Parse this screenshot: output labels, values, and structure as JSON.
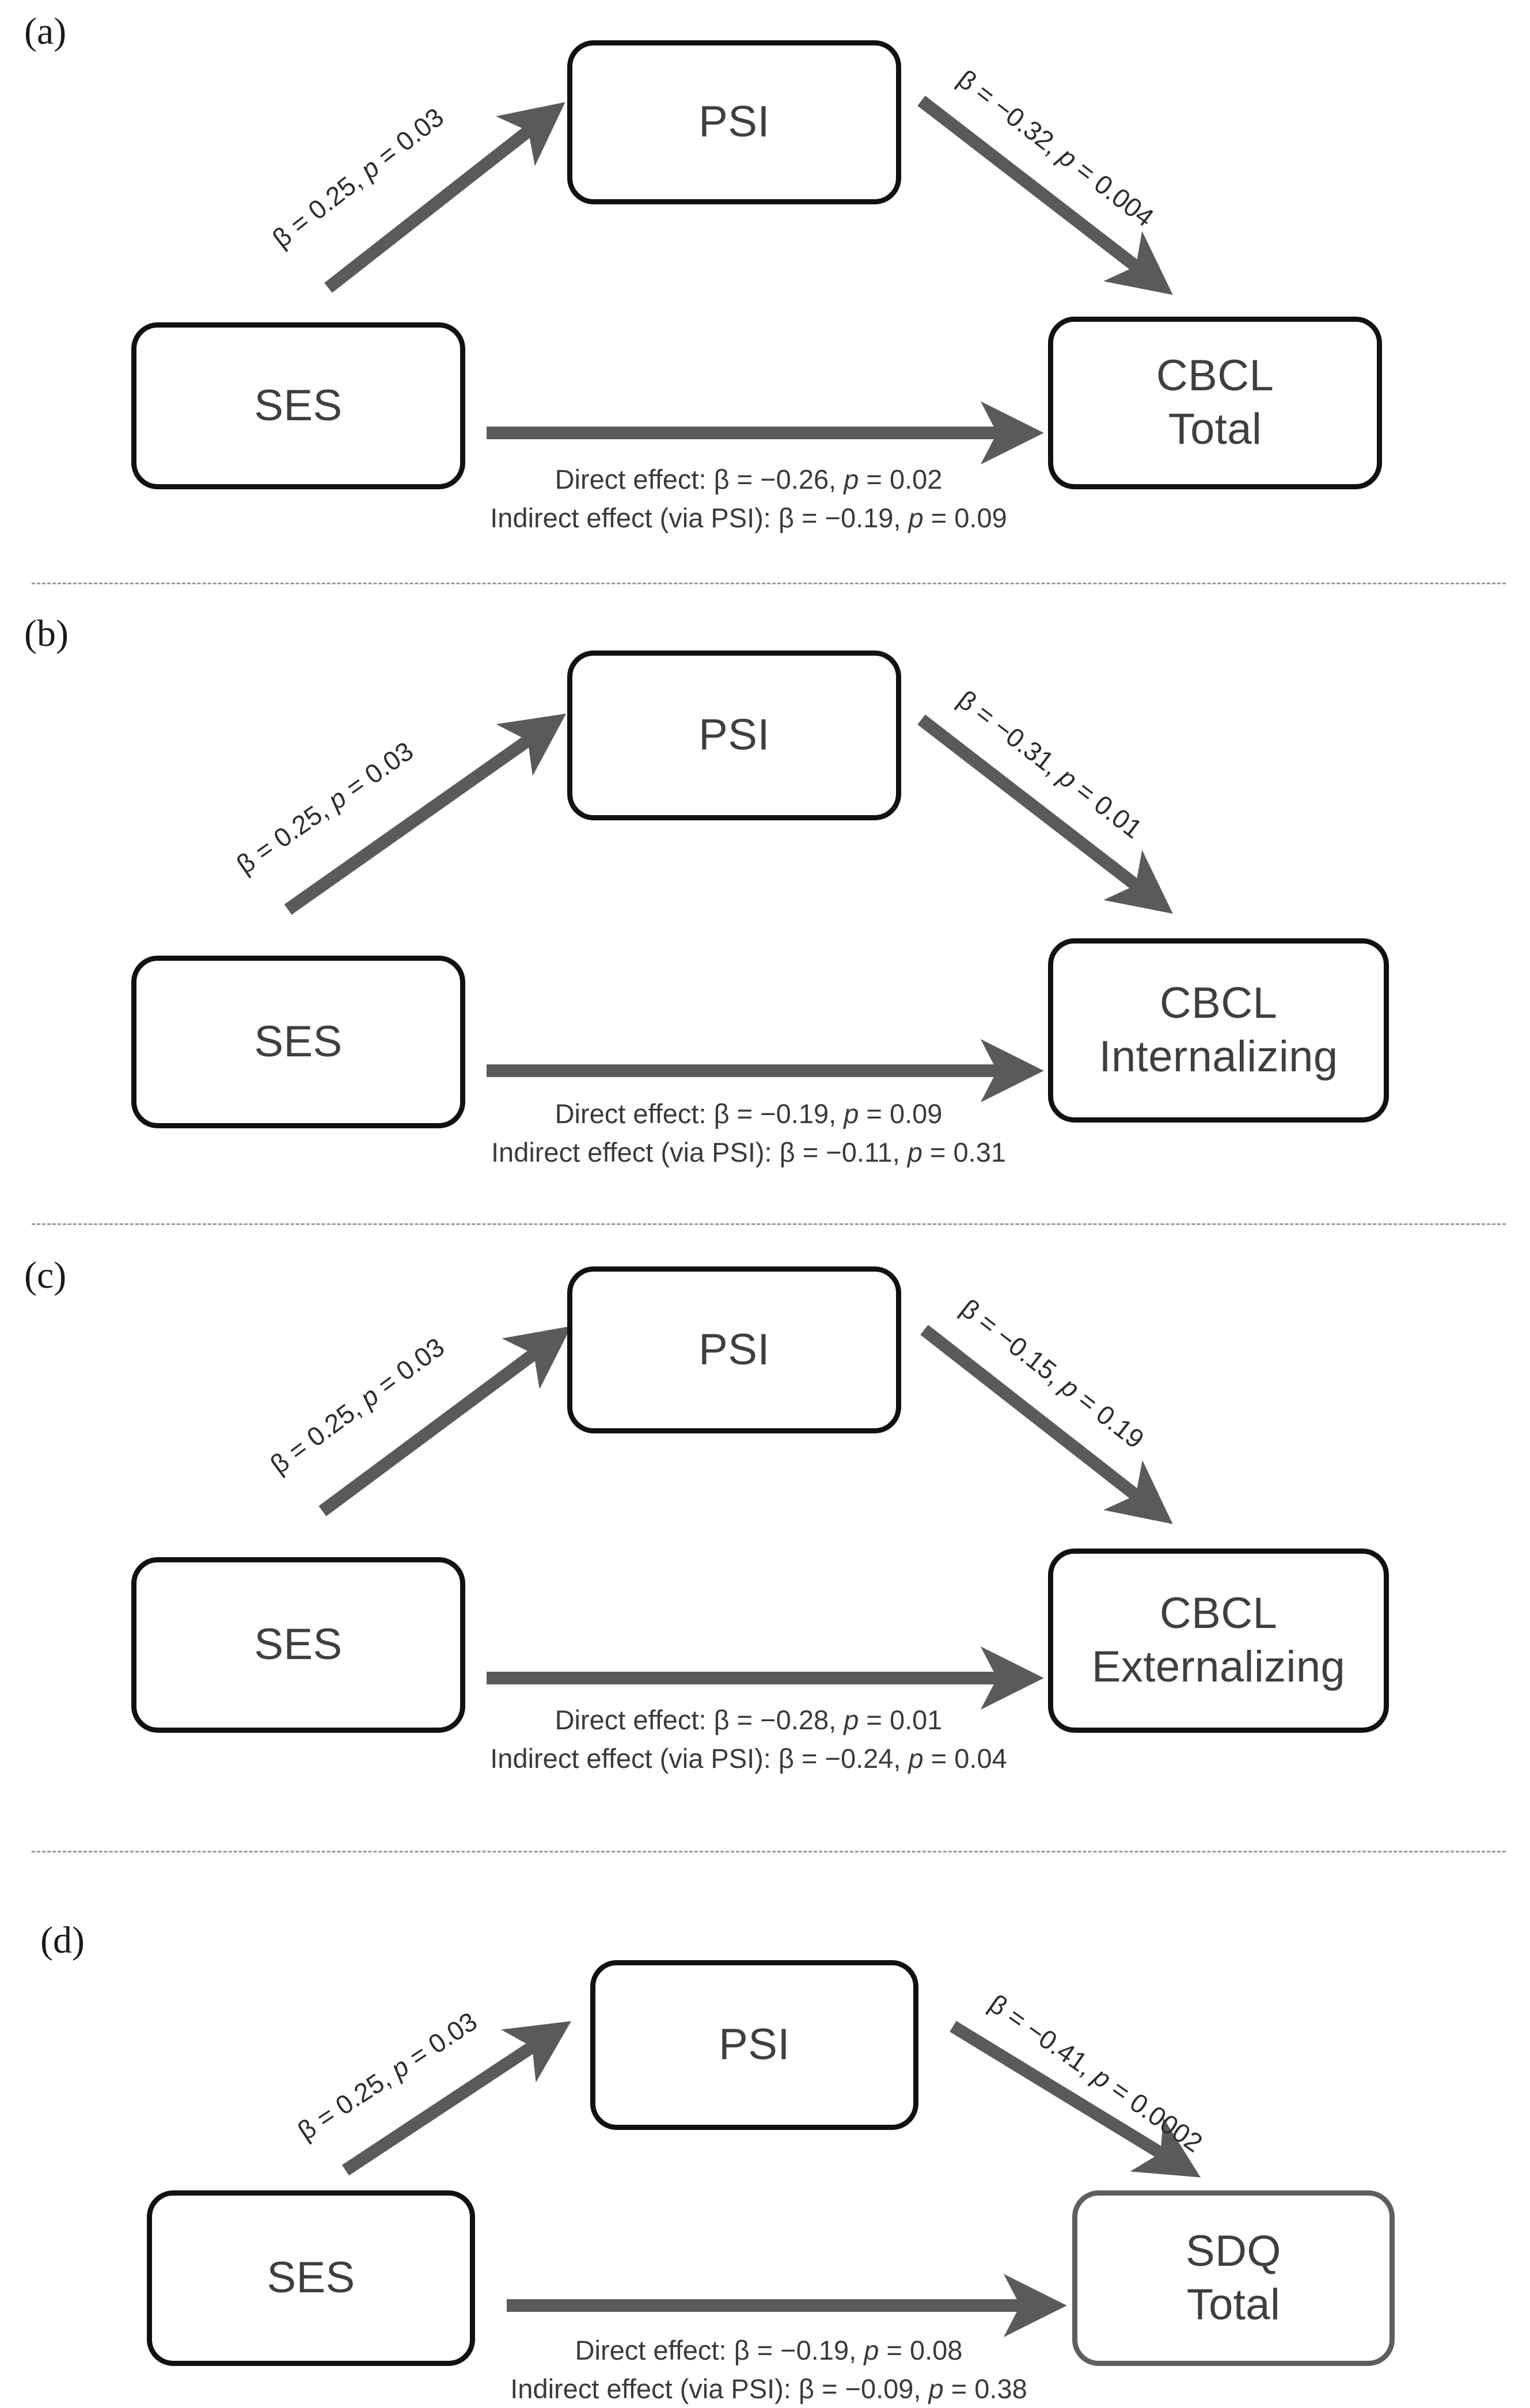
{
  "figure": {
    "type": "mediation-path-diagram-set",
    "background": "#ffffff",
    "arrow_color": "#5a5a5a",
    "box_border_color": "#111111",
    "box_border_color_light": "#5e5e5e",
    "text_color": "#3f3f3f",
    "separator_color": "#9a9a9a"
  },
  "panels": [
    {
      "label": "(a)",
      "mediator": "PSI",
      "predictor": "SES",
      "outcome_line1": "CBCL",
      "outcome_line2": "Total",
      "path_a": "β = 0.25, p = 0.03",
      "path_a_beta": 0.25,
      "path_a_p": 0.03,
      "path_b": "β = −0.32, p = 0.004",
      "path_b_beta": -0.32,
      "path_b_p": 0.004,
      "direct_effect": "Direct effect: β = −0.26, p = 0.02",
      "direct_beta": -0.26,
      "direct_p": 0.02,
      "indirect_effect": "Indirect effect (via PSI): β = −0.19, p = 0.09",
      "indirect_beta": -0.19,
      "indirect_p": 0.09,
      "outcome_box_style": "dark"
    },
    {
      "label": "(b)",
      "mediator": "PSI",
      "predictor": "SES",
      "outcome_line1": "CBCL",
      "outcome_line2": "Internalizing",
      "path_a": "β = 0.25, p = 0.03",
      "path_a_beta": 0.25,
      "path_a_p": 0.03,
      "path_b": "β = −0.31, p = 0.01",
      "path_b_beta": -0.31,
      "path_b_p": 0.01,
      "direct_effect": "Direct effect: β = −0.19, p = 0.09",
      "direct_beta": -0.19,
      "direct_p": 0.09,
      "indirect_effect": "Indirect effect (via PSI): β = −0.11, p = 0.31",
      "indirect_beta": -0.11,
      "indirect_p": 0.31,
      "outcome_box_style": "dark"
    },
    {
      "label": "(c)",
      "mediator": "PSI",
      "predictor": "SES",
      "outcome_line1": "CBCL",
      "outcome_line2": "Externalizing",
      "path_a": "β = 0.25, p = 0.03",
      "path_a_beta": 0.25,
      "path_a_p": 0.03,
      "path_b": "β = −0.15, p = 0.19",
      "path_b_beta": -0.15,
      "path_b_p": 0.19,
      "direct_effect": "Direct effect: β = −0.28, p = 0.01",
      "direct_beta": -0.28,
      "direct_p": 0.01,
      "indirect_effect": "Indirect effect (via PSI): β = −0.24, p = 0.04",
      "indirect_beta": -0.24,
      "indirect_p": 0.04,
      "outcome_box_style": "dark"
    },
    {
      "label": "(d)",
      "mediator": "PSI",
      "predictor": "SES",
      "outcome_line1": "SDQ",
      "outcome_line2": "Total",
      "path_a": "β = 0.25, p = 0.03",
      "path_a_beta": 0.25,
      "path_a_p": 0.03,
      "path_b": "β = −0.41, p = 0.0002",
      "path_b_beta": -0.41,
      "path_b_p": 0.0002,
      "direct_effect": "Direct effect: β = −0.19, p = 0.08",
      "direct_beta": -0.19,
      "direct_p": 0.08,
      "indirect_effect": "Indirect effect (via PSI): β = −0.09, p = 0.38",
      "indirect_beta": -0.09,
      "indirect_p": 0.38,
      "outcome_box_style": "light"
    }
  ]
}
